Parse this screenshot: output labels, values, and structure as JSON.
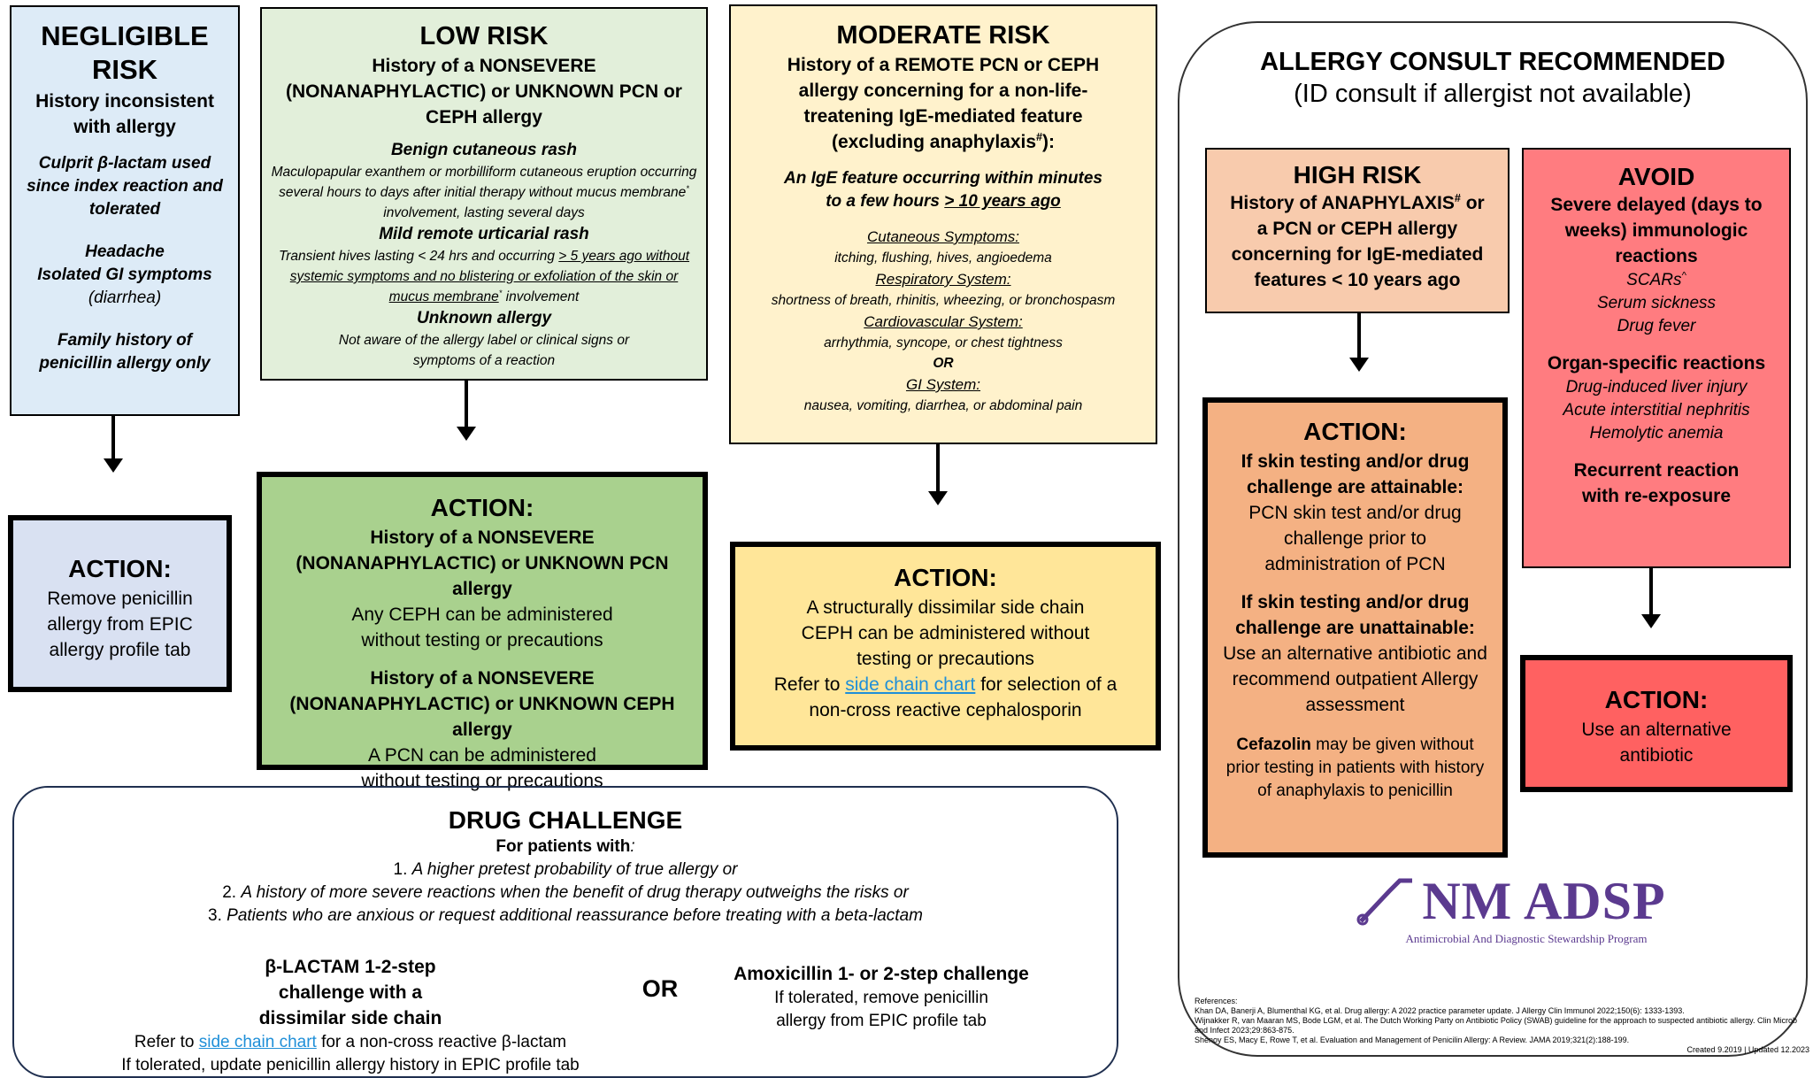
{
  "negligible": {
    "title": "NEGLIGIBLE RISK",
    "subtitle": "History inconsistent with allergy",
    "item1": "Culprit β-lactam used since index reaction and tolerated",
    "item2": "Headache",
    "item3": "Isolated GI symptoms",
    "item3b": "(diarrhea)",
    "item4": "Family history of penicillin allergy only"
  },
  "negligible_action": {
    "title": "ACTION:",
    "text": "Remove penicillin allergy from EPIC allergy profile tab"
  },
  "low": {
    "title": "LOW RISK",
    "subtitle": "History of a NONSEVERE (NONANAPHYLACTIC) or UNKNOWN PCN or CEPH allergy",
    "h1": "Benign cutaneous rash",
    "t1a": "Maculopapular exanthem or morbilliform cutaneous eruption occurring several hours to days after initial therapy without mucus membrane",
    "t1b": " involvement, lasting several days",
    "h2": "Mild remote urticarial rash",
    "t2a": "Transient hives lasting < 24 hrs and occurring ",
    "t2b": "> 5 years ago without systemic symptoms and no blistering or exfoliation of the skin or mucus membrane",
    "t2c": " involvement",
    "h3": "Unknown allergy",
    "t3": "Not aware of the allergy label or clinical signs or symptoms of a reaction"
  },
  "low_action": {
    "title": "ACTION:",
    "h1": "History of a NONSEVERE (NONANAPHYLACTIC) or UNKNOWN PCN allergy",
    "t1": "Any CEPH can be administered without testing or precautions",
    "h2": "History of a NONSEVERE (NONANAPHYLACTIC) or UNKNOWN CEPH allergy",
    "t2": "A PCN can be administered without testing or precautions"
  },
  "moderate": {
    "title": "MODERATE RISK",
    "subtitle": "History of a REMOTE PCN or CEPH allergy concerning for a non-life-treatening IgE-mediated feature",
    "subtitle2a": "(excluding anaphylaxis",
    "subtitle2b": "):",
    "feature_a": "An IgE feature occurring within minutes to a few hours ",
    "feature_b": "> 10 years ago",
    "c_h": "Cutaneous Symptoms:",
    "c_t": "itching, flushing, hives, angioedema",
    "r_h": "Respiratory System:",
    "r_t": "shortness of breath, rhinitis, wheezing, or bronchospasm",
    "cv_h": "Cardiovascular System:",
    "cv_t": "arrhythmia, syncope, or chest tightness",
    "or": "OR",
    "gi_h": "GI System:",
    "gi_t": "nausea, vomiting, diarrhea, or abdominal pain"
  },
  "moderate_action": {
    "title": "ACTION:",
    "t1": "A structurally dissimilar side chain CEPH can be administered without testing or precautions",
    "t2a": "Refer to ",
    "link": "side chain chart",
    "t2b": " for selection of a non-cross reactive cephalosporin"
  },
  "consult": {
    "title": "ALLERGY CONSULT RECOMMENDED",
    "subtitle": "(ID consult if allergist not available)"
  },
  "high": {
    "title": "HIGH RISK",
    "t1": "History of ANAPHYLAXIS",
    "t2": " or a PCN or CEPH allergy concerning for IgE-mediated features < 10 years ago"
  },
  "high_action": {
    "title": "ACTION:",
    "h1": "If skin testing and/or drug challenge are attainable:",
    "t1": "PCN skin test and/or drug challenge prior to administration of PCN",
    "h2": "If skin testing and/or drug challenge are unattainable:",
    "t2": "Use an alternative antibiotic and recommend outpatient Allergy assessment",
    "t3a": "Cefazolin",
    "t3b": " may be given without prior testing in patients with history of anaphylaxis to penicillin"
  },
  "avoid": {
    "title": "AVOID",
    "h1": "Severe delayed (days to weeks) immunologic reactions",
    "l1": "SCARs",
    "l2": "Serum sickness",
    "l3": "Drug fever",
    "h2": "Organ-specific reactions",
    "l4": "Drug-induced liver injury",
    "l5": "Acute interstitial nephritis",
    "l6": "Hemolytic anemia",
    "h3": "Recurrent reaction with re-exposure"
  },
  "avoid_action": {
    "title": "ACTION:",
    "text": "Use an alternative antibiotic"
  },
  "challenge": {
    "title": "DRUG CHALLENGE",
    "for": "For patients with",
    "colon": ":",
    "n1": "1. ",
    "i1": "A higher pretest probability of true allergy or",
    "n2": "2. ",
    "i2": "A history of more severe reactions when the benefit of drug therapy outweighs the risks or",
    "n3": "3. ",
    "i3": "Patients who are anxious or request additional reassurance before treating with a beta-lactam",
    "left_h": "β-LACTAM 1-2-step challenge with a dissimilar side chain",
    "left_t1a": "Refer to ",
    "left_link": "side chain chart",
    "left_t1b": " for a non-cross reactive β-lactam",
    "left_t2": "If tolerated, update penicillin allergy history in EPIC profile tab",
    "or": "OR",
    "right_h": "Amoxicillin 1- or 2-step challenge",
    "right_t": "If tolerated, remove penicillin allergy from EPIC profile tab"
  },
  "logo": {
    "name": "NM ADSP",
    "tagline": "Antimicrobial And Diagnostic Stewardship Program"
  },
  "references": {
    "label": "References:",
    "r1": "Khan DA, Banerji A, Blumenthal KG, et al. Drug allergy: A 2022 practice parameter update. J Allergy Clin Immunol 2022;150(6): 1333-1393.",
    "r2": "Wijnakker R, van Maaran MS, Bode LGM, et al. The Dutch Working Party on Antibiotic Policy (SWAB) guideline for the approach to suspected antibiotic allergy. Clin Microb and Infect 2023;29:863-875.",
    "r3": "Shenoy ES, Macy E, Rowe T, et al. Evaluation and Management of Penicilin Allergy: A Review. JAMA 2019;321(2):188-199.",
    "created": "Created 9.2019 | Updated 12.2023"
  },
  "symbols": {
    "asterisk": "*",
    "hash": "#",
    "caret": "^"
  },
  "colors": {
    "negligible": "#ddebf7",
    "negligible_action": "#d9e1f2",
    "low": "#e2efda",
    "low_action": "#a9d18e",
    "moderate": "#fff2cc",
    "moderate_action": "#ffe699",
    "high": "#f8cbad",
    "high_action": "#f4b183",
    "avoid": "#ff7c80",
    "avoid_action": "#ff6161",
    "link": "#1f8fd8",
    "logo": "#5b3a8f"
  }
}
